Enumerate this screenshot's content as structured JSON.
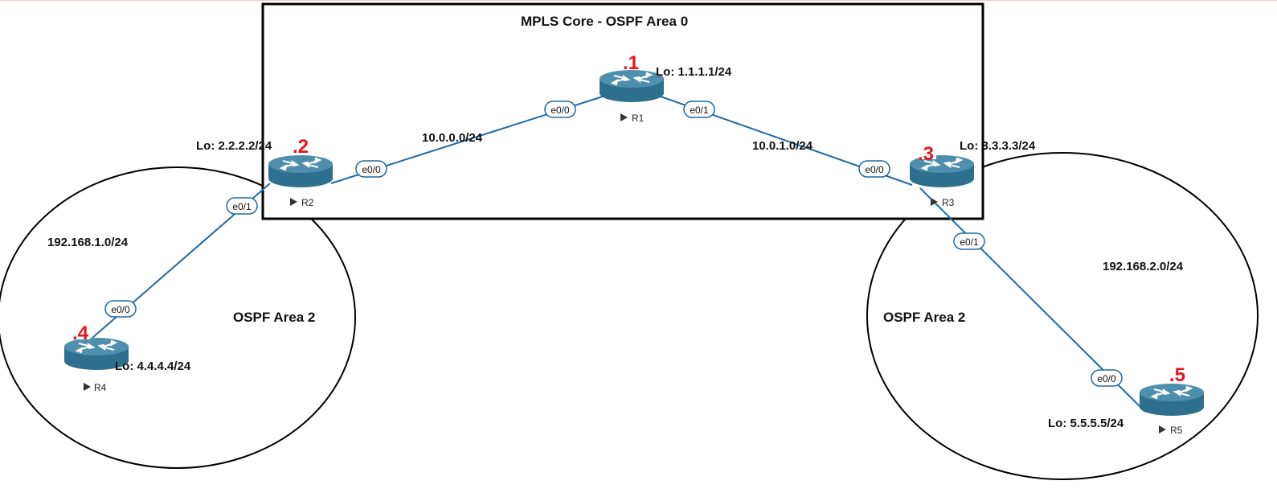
{
  "colors": {
    "link": "#1f6aa5",
    "router_body": "#2e6f8e",
    "router_top": "#4f8fae",
    "octet": "#e8141b",
    "border": "#000000"
  },
  "core": {
    "title": "MPLS Core - OSPF Area 0"
  },
  "areas": [
    {
      "id": "left",
      "label": "OSPF Area 2",
      "subnet": "192.168.1.0/24"
    },
    {
      "id": "right",
      "label": "OSPF Area 2",
      "subnet": "192.168.2.0/24"
    }
  ],
  "links": [
    {
      "id": "r1-r2",
      "subnet": "10.0.0.0/24"
    },
    {
      "id": "r1-r3",
      "subnet": "10.0.1.0/24"
    }
  ],
  "routers": {
    "r1": {
      "name": "R1",
      "octet": ".1",
      "loopback": "Lo: 1.1.1.1/24"
    },
    "r2": {
      "name": "R2",
      "octet": ".2",
      "loopback": "Lo: 2.2.2.2/24"
    },
    "r3": {
      "name": "R3",
      "octet": ".3",
      "loopback": "Lo: 3.3.3.3/24"
    },
    "r4": {
      "name": "R4",
      "octet": ".4",
      "loopback": "Lo: 4.4.4.4/24"
    },
    "r5": {
      "name": "R5",
      "octet": ".5",
      "loopback": "Lo: 5.5.5.5/24"
    }
  },
  "interfaces": {
    "r1_e00": "e0/0",
    "r1_e01": "e0/1",
    "r2_e00": "e0/0",
    "r2_e01": "e0/1",
    "r3_e00": "e0/0",
    "r3_e01": "e0/1",
    "r4_e00": "e0/0",
    "r5_e00": "e0/0"
  }
}
